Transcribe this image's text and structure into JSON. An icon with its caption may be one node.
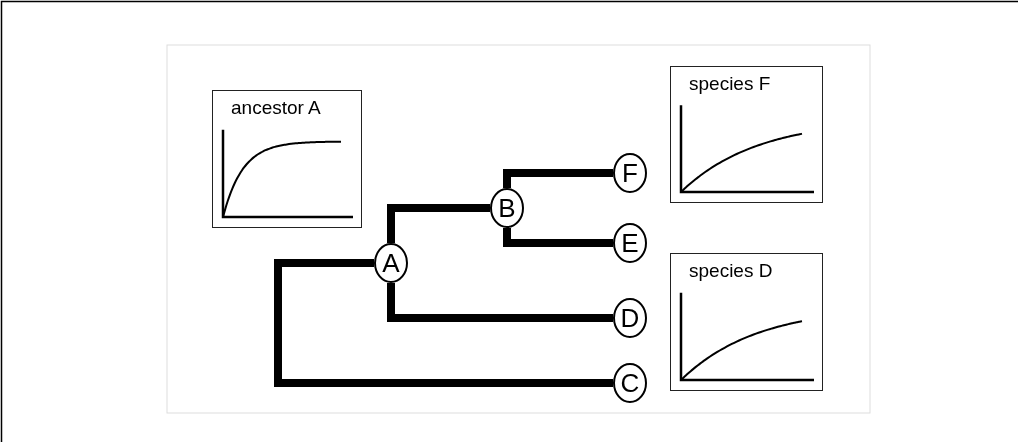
{
  "diagram": {
    "nodes": [
      {
        "text": [
          "ancestor A"
        ]
      },
      {
        "text": [
          "species F"
        ]
      },
      {
        "text": [
          "F"
        ]
      },
      {
        "text": [
          "B"
        ]
      },
      {
        "text": [
          "E"
        ]
      },
      {
        "text": [
          "A"
        ]
      },
      {
        "text": [
          "species D"
        ]
      },
      {
        "text": [
          "D"
        ]
      },
      {
        "text": [
          "C"
        ]
      }
    ],
    "edges": [
      {
        "from": 5,
        "to": 3,
        "arrow": "none"
      },
      {
        "from": 3,
        "to": 2,
        "arrow": "none"
      },
      {
        "from": 3,
        "to": 4,
        "arrow": "none"
      },
      {
        "from": 5,
        "to": 7,
        "arrow": "none"
      },
      {
        "from": 5,
        "to": 8,
        "arrow": "none"
      }
    ]
  }
}
